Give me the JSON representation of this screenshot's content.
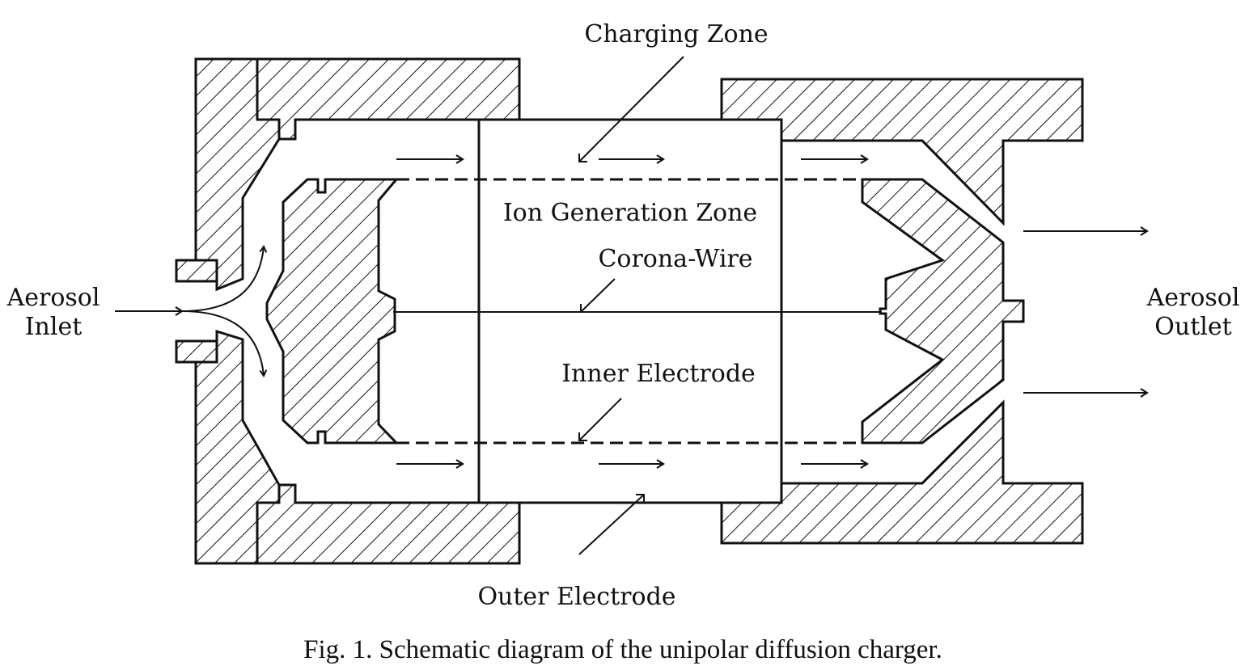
{
  "labels": {
    "charging_zone": "Charging Zone",
    "ion_generation_zone": "Ion Generation Zone",
    "corona_wire": "Corona-Wire",
    "inner_electrode": "Inner Electrode",
    "outer_electrode": "Outer Electrode",
    "aerosol_inlet_line1": "Aerosol",
    "aerosol_inlet_line2": "Inlet",
    "aerosol_outlet_line1": "Aerosol",
    "aerosol_outlet_line2": "Outlet"
  },
  "caption": "Fig. 1. Schematic diagram of the unipolar diffusion charger.",
  "colors": {
    "ink": "#111111",
    "background": "#ffffff"
  }
}
